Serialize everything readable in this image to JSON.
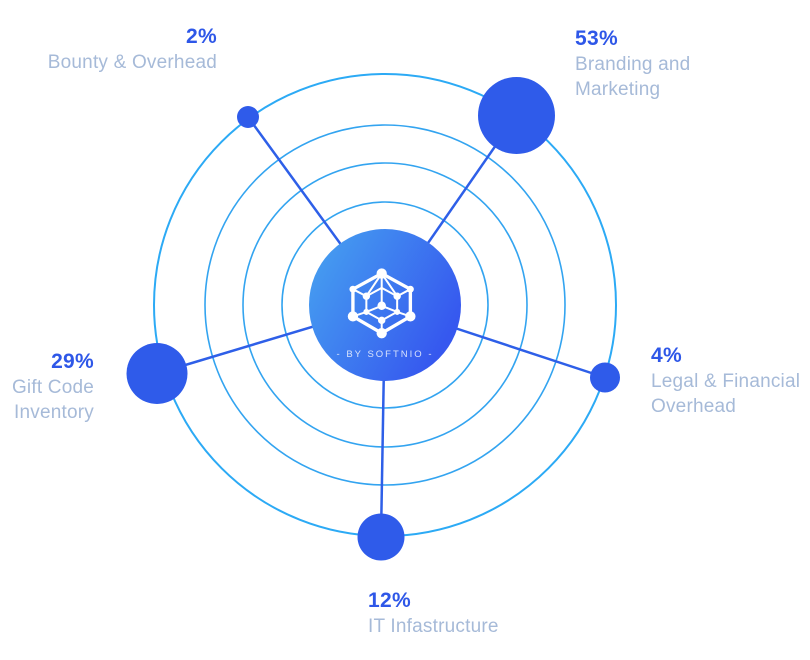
{
  "chart_data": {
    "type": "pie",
    "title": "",
    "categories": [
      "Branding and Marketing",
      "Gift Code Inventory",
      "IT Infastructure",
      "Legal & Financial Overhead",
      "Bounty & Overhead"
    ],
    "values": [
      53,
      29,
      12,
      4,
      2
    ],
    "unit": "%",
    "legend_position": "radial-callouts",
    "center_label": "- BY SOFTNIO -",
    "style": "orbital bubble chart: concentric rings with bubbles sized by value"
  },
  "callouts": {
    "bounty": {
      "pct": "2%",
      "label": "Bounty & Overhead"
    },
    "branding": {
      "pct": "53%",
      "label": "Branding and Marketing"
    },
    "legal": {
      "pct": "4%",
      "label": "Legal & Financial Overhead"
    },
    "giftcode": {
      "pct": "29%",
      "label": "Gift Code Inventory"
    },
    "it": {
      "pct": "12%",
      "label": "IT Infastructure"
    }
  },
  "center": {
    "brand": "- BY SOFTNIO -"
  },
  "colors": {
    "accent_pct": "#2e57e8",
    "label_text": "#a6bad8",
    "bubble": "#2f5bea",
    "spoke_line": "#2e5fe8",
    "ring": "#33a4f0",
    "outer_ring": "#2caaf5",
    "center_gradient_start": "#47a5f0",
    "center_gradient_end": "#3658ef"
  }
}
